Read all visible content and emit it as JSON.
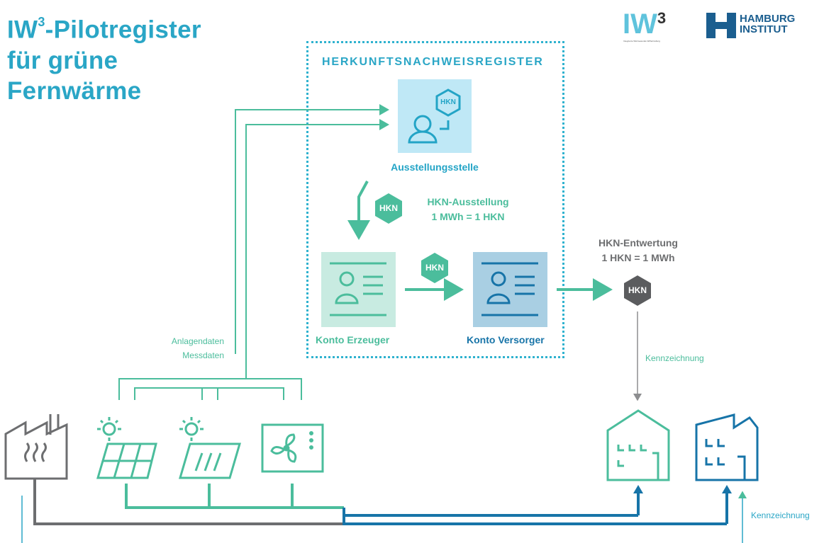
{
  "title": {
    "line1_main": "IW",
    "line1_sup": "3",
    "line1_rest": "-Pilotregister",
    "line2": "für grüne",
    "line3": "Fernwärme"
  },
  "logos": {
    "iw3": {
      "text": "IW",
      "sup": "3",
      "subtext": "Integrierte Wärmewende Wilhelmsburg"
    },
    "hamburg": {
      "line1": "HAMBURG",
      "line2": "INSTITUT"
    }
  },
  "registry": {
    "title": "HERKUNFTSNACHWEISREGISTER"
  },
  "nodes": {
    "issuer": "Ausstellungsstelle",
    "account_producer": "Konto Erzeuger",
    "account_supplier": "Konto Versorger"
  },
  "badges": {
    "hkn": "HKN"
  },
  "steps": {
    "issuance": {
      "title": "HKN-Ausstellung",
      "formula": "1 MWh = 1 HKN"
    },
    "cancellation": {
      "title": "HKN-Entwertung",
      "formula": "1 HKN = 1 MWh"
    }
  },
  "labels": {
    "plant_data": "Anlagendaten",
    "meter_data": "Messdaten",
    "labelling_top": "Kennzeichnung",
    "labelling_bottom": "Kennzeichnung"
  },
  "colors": {
    "teal": "#4bbd9c",
    "blue": "#1774a8",
    "cyan": "#2aa6c6",
    "gray": "#6d6e70",
    "light_cyan_bg": "#bfe8f6",
    "light_teal_bg": "#c8ebe1",
    "light_blue_bg": "#a9cfe3"
  }
}
